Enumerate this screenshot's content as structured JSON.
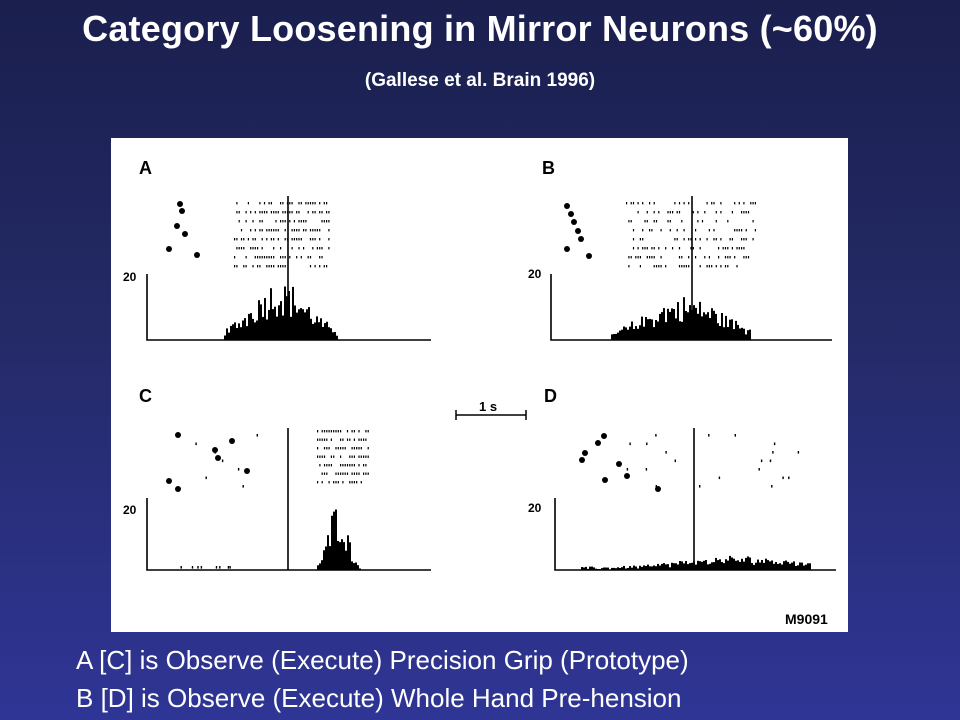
{
  "slide": {
    "title": "Category Loosening in Mirror Neurons (~60%)",
    "subtitle": "(Gallese et al. Brain 1996)",
    "captions": [
      "A [C] is Observe (Execute) Precision Grip (Prototype)",
      "B [D] is Observe (Execute) Whole Hand Pre-hension"
    ]
  },
  "figure": {
    "panels": [
      {
        "label": "A",
        "y_tick": "20"
      },
      {
        "label": "B",
        "y_tick": "20"
      },
      {
        "label": "C",
        "y_tick": "20"
      },
      {
        "label": "D",
        "y_tick": "20"
      }
    ],
    "scale_bar_label": "1 s",
    "figure_id": "M9091"
  }
}
